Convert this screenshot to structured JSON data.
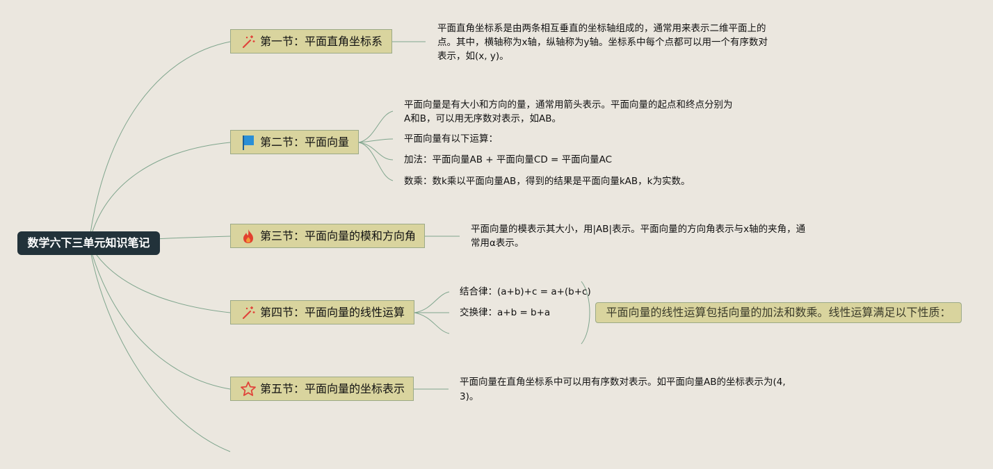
{
  "root": {
    "label": "数学六下三单元知识笔记"
  },
  "topics": [
    {
      "label": "第一节：平面直角坐标系",
      "icon": "magic-wand-icon",
      "notes": [
        "平面直角坐标系是由两条相互垂直的坐标轴组成的，通常用来表示二维平面上的",
        "点。其中，横轴称为x轴，纵轴称为y轴。坐标系中每个点都可以用一个有序数对",
        "表示，如(x, y)。"
      ]
    },
    {
      "label": "第二节：平面向量",
      "icon": "blue-flag-icon",
      "notes": [
        "平面向量是有大小和方向的量，通常用箭头表示。平面向量的起点和终点分别为",
        "A和B，可以用无序数对表示，如AB。",
        "平面向量有以下运算：",
        "加法：平面向量AB + 平面向量CD = 平面向量AC",
        "数乘：数k乘以平面向量AB，得到的结果是平面向量kAB，k为实数。"
      ]
    },
    {
      "label": "第三节：平面向量的模和方向角",
      "icon": "fire-icon",
      "notes": [
        "平面向量的模表示其大小，用|AB|表示。平面向量的方向角表示与x轴的夹角，通",
        "常用α表示。"
      ]
    },
    {
      "label": "第四节：平面向量的线性运算",
      "icon": "magic-wand-icon",
      "notes": [
        "结合律：(a+b)+c = a+(b+c)",
        "交换律：a+b = b+a"
      ],
      "summary": "平面向量的线性运算包括向量的加法和数乘。线性运算满足以下性质："
    },
    {
      "label": "第五节：平面向量的坐标表示",
      "icon": "star-outline-icon",
      "notes": [
        "平面向量在直角坐标系中可以用有序数对表示。如平面向量AB的坐标表示为(4,",
        "3)。"
      ]
    }
  ],
  "colors": {
    "background": "#ebe7df",
    "root_fill": "#22323a",
    "topic_fill": "#d9d49e",
    "topic_border": "#9ba986",
    "connector": "#7fa58d"
  }
}
